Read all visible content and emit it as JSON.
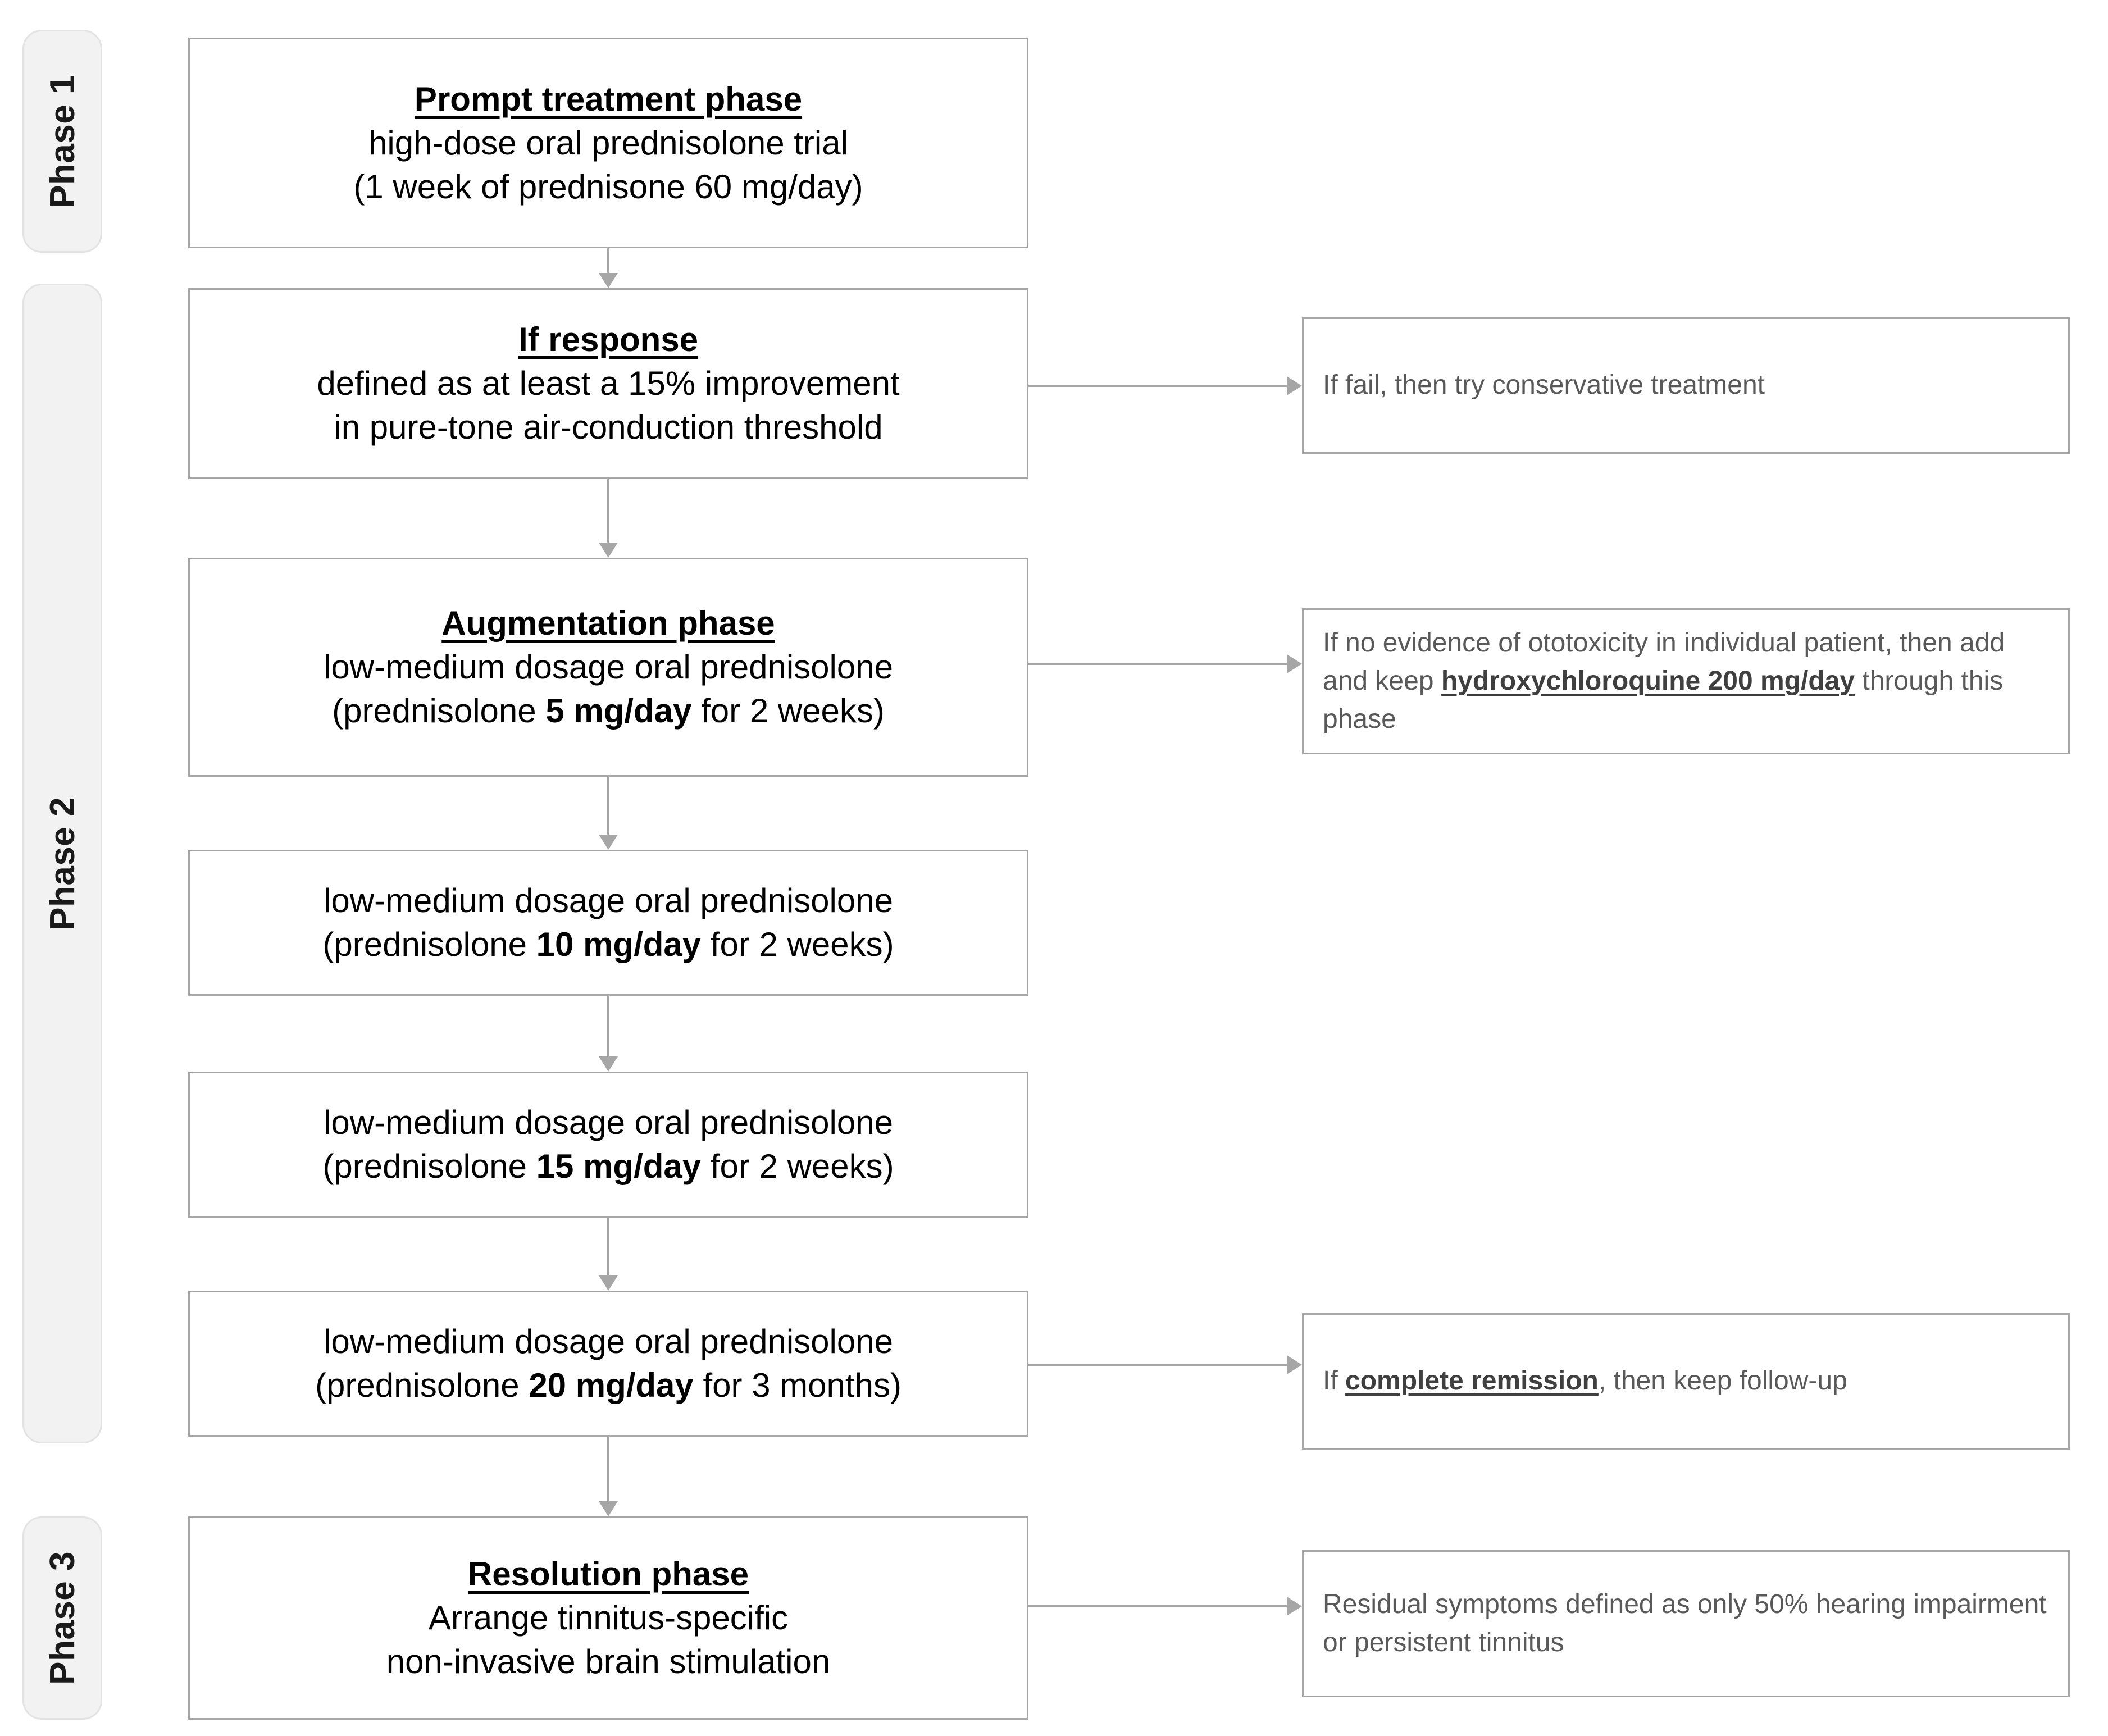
{
  "phases": [
    {
      "id": "phase1",
      "label": "Phase 1"
    },
    {
      "id": "phase2",
      "label": "Phase 2"
    },
    {
      "id": "phase3",
      "label": "Phase 3"
    }
  ],
  "flow": {
    "prompt": {
      "heading": "Prompt treatment phase",
      "line1": "high-dose oral prednisolone trial",
      "line2": "(1 week of prednisone 60 mg/day)"
    },
    "response": {
      "heading": "If response",
      "line1": "defined as at least a 15% improvement",
      "line2": "in pure-tone air-conduction threshold"
    },
    "augment": {
      "heading": "Augmentation phase",
      "line1": "low-medium dosage oral prednisolone",
      "line2_pre": "(prednisolone ",
      "line2_dose": "5 mg/day",
      "line2_post": " for 2 weeks)"
    },
    "dose10": {
      "line1": "low-medium dosage oral prednisolone",
      "line2_pre": "(prednisolone ",
      "line2_dose": "10 mg/day",
      "line2_post": " for 2 weeks)"
    },
    "dose15": {
      "line1": "low-medium dosage oral prednisolone",
      "line2_pre": "(prednisolone ",
      "line2_dose": "15 mg/day",
      "line2_post": " for 2 weeks)"
    },
    "dose20": {
      "line1": "low-medium dosage oral prednisolone",
      "line2_pre": "(prednisolone ",
      "line2_dose": "20 mg/day",
      "line2_post": " for 3 months)"
    },
    "resolution": {
      "heading": "Resolution phase",
      "line1": "Arrange tinnitus-specific",
      "line2": "non-invasive brain stimulation"
    }
  },
  "notes": {
    "fail": {
      "text": "If fail, then try conservative treatment"
    },
    "ototoxicity": {
      "pre": "If no evidence of ototoxicity in individual patient, then add and keep ",
      "emphasis": "hydroxychloroquine 200 mg/day",
      "post": " through this phase"
    },
    "remission": {
      "pre": "If ",
      "emphasis": "complete remission",
      "post": ", then keep follow-up"
    },
    "residual": {
      "text": "Residual symptoms defined as only 50% hearing impairment or persistent tinnitus"
    }
  },
  "colors": {
    "box_border": "#a6a6a6",
    "connector": "#a6a6a6",
    "phase_fill": "#f2f2f2",
    "note_text": "#595959",
    "body_text": "#000000"
  }
}
